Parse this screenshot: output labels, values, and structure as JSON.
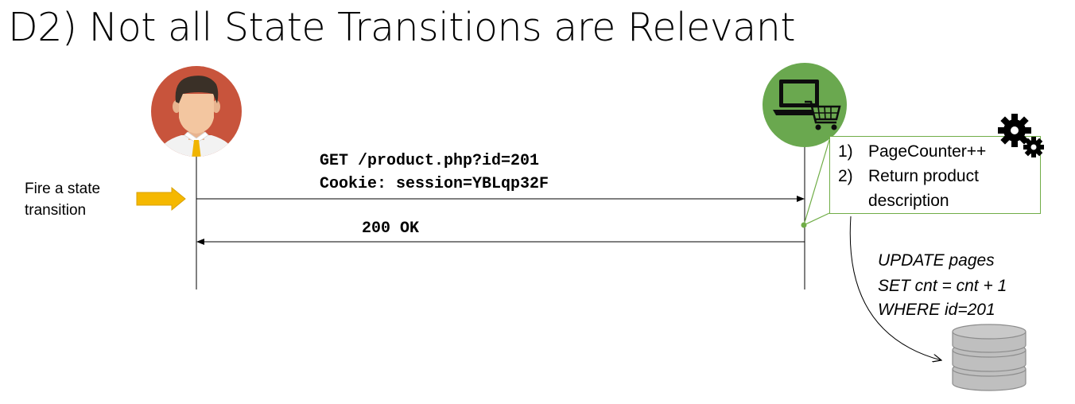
{
  "title": "D2) Not all State Transitions are Relevant",
  "fire_label": "Fire a state transition",
  "request": {
    "line1": "GET /product.php?id=201",
    "line2": "Cookie: session=YBLqp32F"
  },
  "response": "200 OK",
  "server_note": {
    "items": [
      {
        "num": "1)",
        "text": "PageCounter++"
      },
      {
        "num": "2)",
        "text": "Return product"
      }
    ],
    "continuation": "description"
  },
  "sql": {
    "line1": "UPDATE pages",
    "line2": "SET cnt = cnt + 1",
    "line3": "WHERE id=201"
  },
  "colors": {
    "user_circle": "#c8543c",
    "server_circle": "#6aa84f",
    "note_border": "#70ad47",
    "arrow_fill": "#f5b800",
    "database": "#bfbfbf"
  },
  "icons": {
    "user": "user-avatar-icon",
    "server": "shop-computer-icon",
    "gears": "gears-icon",
    "database": "database-icon",
    "fire_arrow": "right-arrow-icon"
  }
}
